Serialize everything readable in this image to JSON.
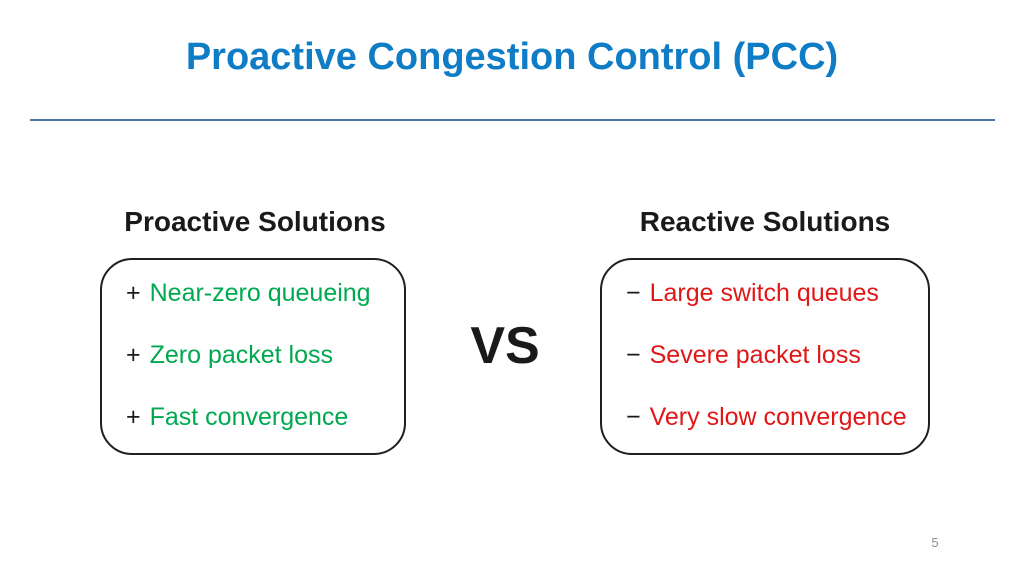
{
  "slide": {
    "title": "Proactive Congestion Control (PCC)",
    "vs_label": "VS",
    "page_number": "5",
    "left_panel": {
      "heading": "Proactive Solutions",
      "items": [
        {
          "sign": "+",
          "text": "Near-zero queueing"
        },
        {
          "sign": "+",
          "text": "Zero packet loss"
        },
        {
          "sign": "+",
          "text": "Fast convergence"
        }
      ]
    },
    "right_panel": {
      "heading": "Reactive Solutions",
      "items": [
        {
          "sign": "−",
          "text": "Large switch queues"
        },
        {
          "sign": "−",
          "text": "Severe packet loss"
        },
        {
          "sign": "−",
          "text": "Very slow convergence"
        }
      ]
    },
    "colors": {
      "title": "#0f7cc6",
      "divider": "#4c74a6",
      "heading": "#1a1a1a",
      "sign": "#1a1a1a",
      "positive": "#00a94f",
      "negative": "#e01717",
      "page_number": "#909090"
    }
  }
}
